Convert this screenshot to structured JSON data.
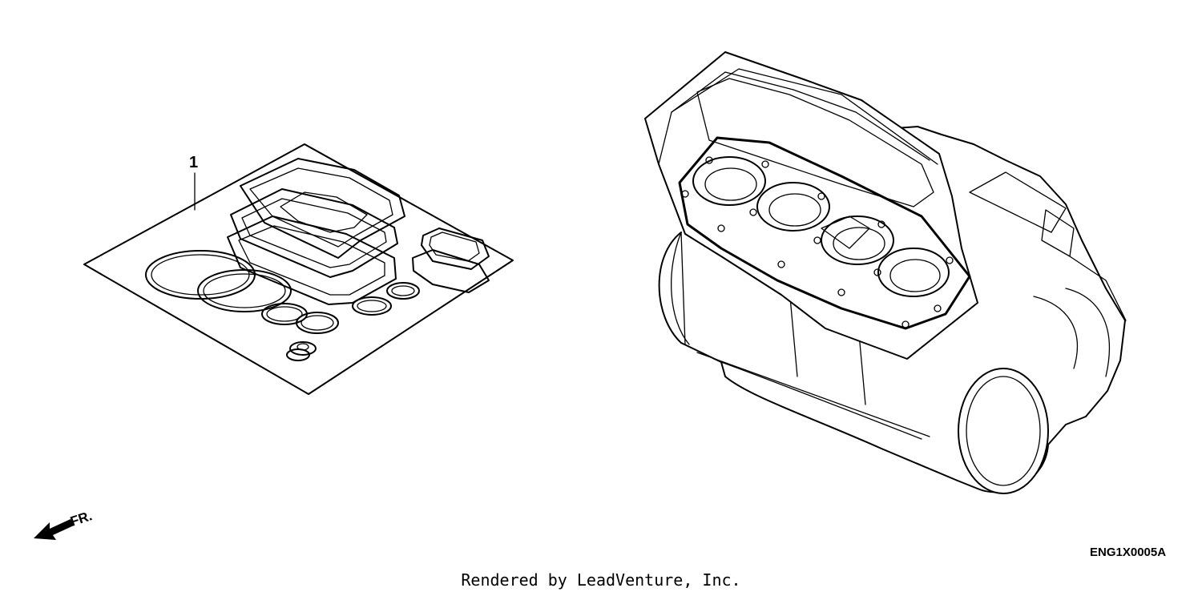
{
  "diagram": {
    "callouts": [
      {
        "number": "1"
      }
    ],
    "figure_code": "ENG1X0005A",
    "front_marker": "FR.",
    "footer_credit": "Rendered by LeadVenture, Inc."
  }
}
